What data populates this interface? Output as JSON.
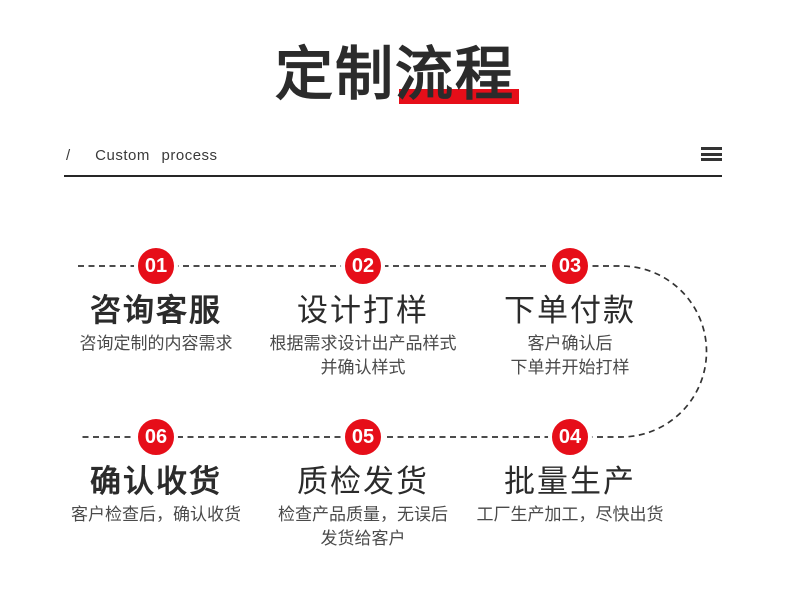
{
  "theme": {
    "accent_color": "#e60e19",
    "line_color": "#333333",
    "title_color": "#2b2b2b",
    "desc_color": "#4a4a4a"
  },
  "header": {
    "title": "定制流程",
    "slash": "/",
    "subtitle": "Custom process"
  },
  "steps": [
    {
      "num": "01",
      "title": "咨询客服",
      "desc": [
        "咨询定制的内容需求"
      ]
    },
    {
      "num": "02",
      "title": "设计打样",
      "desc": [
        "根据需求设计出产品样式",
        "并确认样式"
      ]
    },
    {
      "num": "03",
      "title": "下单付款",
      "desc": [
        "客户确认后",
        "下单并开始打样"
      ]
    },
    {
      "num": "04",
      "title": "批量生产",
      "desc": [
        "工厂生产加工，尽快出货"
      ]
    },
    {
      "num": "05",
      "title": "质检发货",
      "desc": [
        "检查产品质量，无误后",
        "发货给客户"
      ]
    },
    {
      "num": "06",
      "title": "确认收货",
      "desc": [
        "客户检查后，确认收货"
      ]
    }
  ]
}
